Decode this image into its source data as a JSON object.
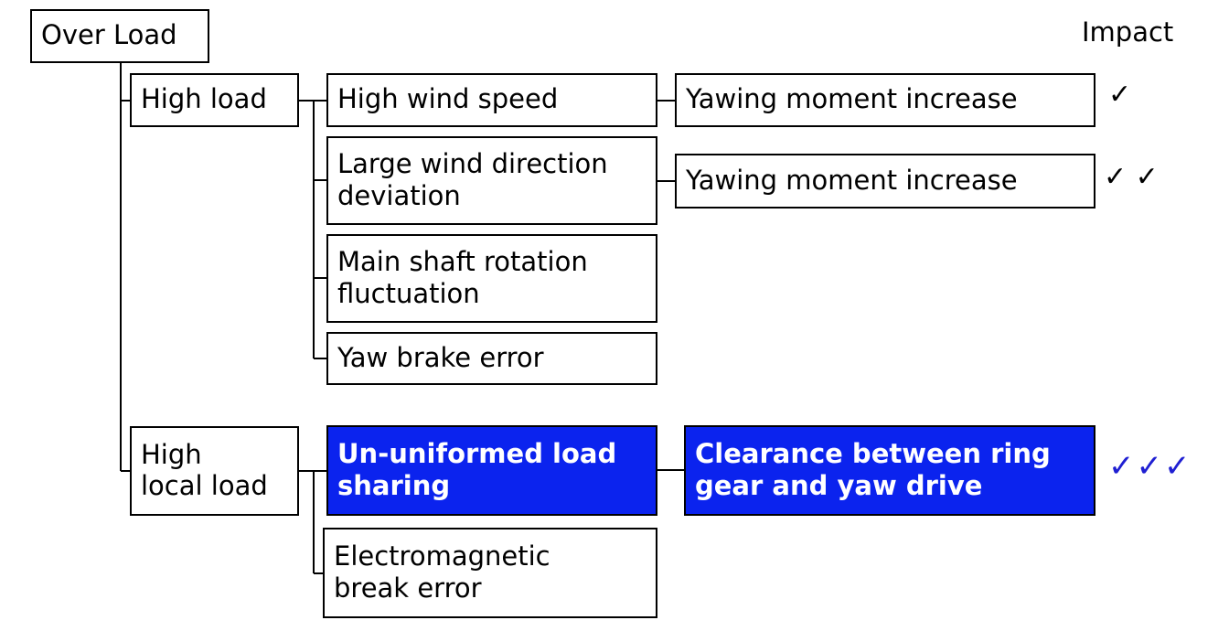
{
  "diagram": {
    "impact_header": "Impact",
    "nodes": {
      "over_load": "Over Load",
      "high_load": "High load",
      "high_wind_speed": "High wind speed",
      "large_wind_direction_deviation": "Large wind direction\ndeviation",
      "main_shaft_rotation_fluctuation": "Main shaft rotation\nfluctuation",
      "yaw_brake_error": "Yaw brake error",
      "yawing_moment_increase_1": "Yawing moment increase",
      "yawing_moment_increase_2": "Yawing moment increase",
      "high_local_load": "High\nlocal load",
      "un_uniformed_load_sharing": "Un-uniformed load\nsharing",
      "clearance_between_ring_gear_and_yaw_drive": "Clearance between ring\ngear and yaw drive",
      "electromagnetic_break_error": "Electromagnetic\nbreak error"
    },
    "impact_ratings": [
      {
        "marks": "✓",
        "checks": 1,
        "highlighted": false
      },
      {
        "marks": "✓ ✓",
        "checks": 2,
        "highlighted": false
      },
      {
        "marks": "✓✓✓",
        "checks": 3,
        "highlighted": true
      }
    ],
    "colors": {
      "highlight_fill": "#0b23ee",
      "highlight_text": "#ffffff",
      "highlight_check": "#1f1fd2",
      "line": "#000000"
    }
  }
}
